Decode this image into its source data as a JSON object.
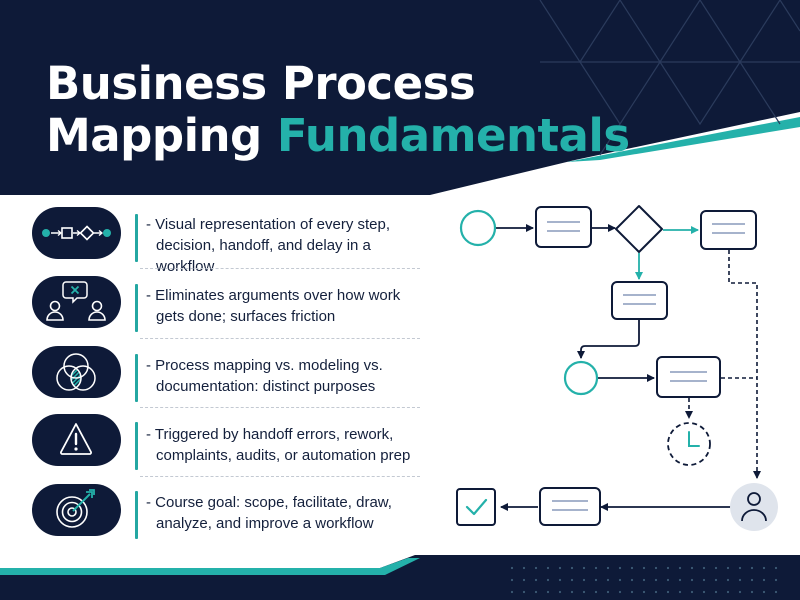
{
  "title": {
    "line1": "Business Process",
    "line2_plain": "Mapping ",
    "line2_accent": "Fundamentals"
  },
  "rows": [
    {
      "icon": "process-flow-icon",
      "line1": "- Visual representation of every step,",
      "line2": "decision, handoff, and delay in a workflow"
    },
    {
      "icon": "discussion-icon",
      "line1": "- Eliminates arguments over how work",
      "line2": "gets done; surfaces friction"
    },
    {
      "icon": "venn-diagram-icon",
      "line1": "- Process mapping vs. modeling vs.",
      "line2": "documentation: distinct purposes"
    },
    {
      "icon": "warning-icon",
      "line1": "- Triggered by handoff errors, rework,",
      "line2": "complaints, audits, or automation prep"
    },
    {
      "icon": "target-icon",
      "line1": "- Course goal: scope, facilitate, draw,",
      "line2": "analyze, and improve a workflow"
    }
  ],
  "colors": {
    "navy": "#0e1a38",
    "teal": "#24b1aa",
    "text": "#14203c"
  }
}
